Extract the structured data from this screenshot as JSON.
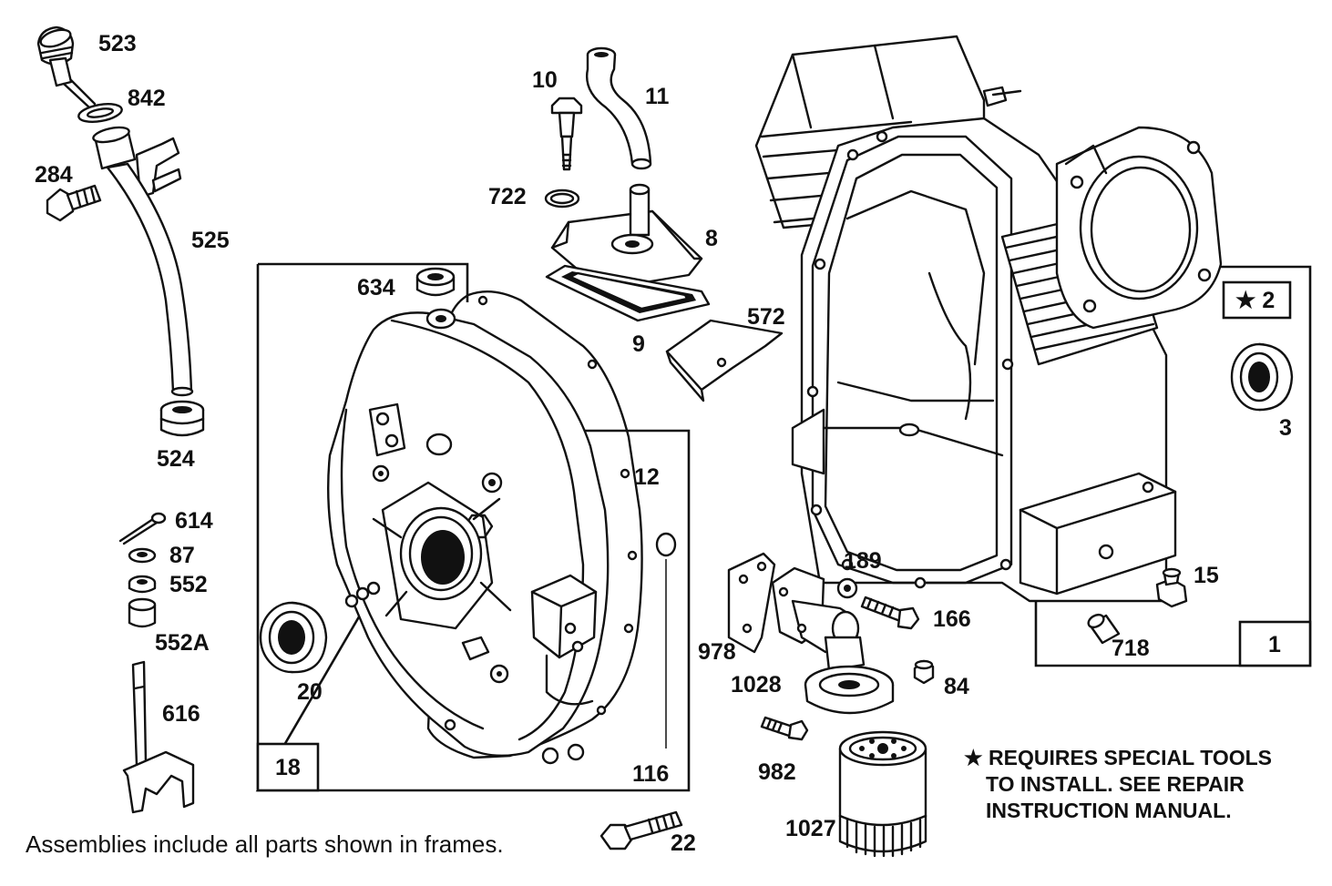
{
  "labels": {
    "p523": "523",
    "p842": "842",
    "p284": "284",
    "p525": "525",
    "p524": "524",
    "p614": "614",
    "p87": "87",
    "p552": "552",
    "p552a": "552A",
    "p616": "616",
    "p10": "10",
    "p11": "11",
    "p722": "722",
    "p8": "8",
    "p9": "9",
    "p572": "572",
    "p634": "634",
    "p12": "12",
    "p20": "20",
    "p116": "116",
    "p18": "18",
    "p22": "22",
    "p978": "978",
    "p189": "189",
    "p166": "166",
    "p1028": "1028",
    "p84": "84",
    "p982": "982",
    "p1027": "1027",
    "p2": "★ 2",
    "p3": "3",
    "p15": "15",
    "p718": "718",
    "p1": "1"
  },
  "note": {
    "line1": "★ REQUIRES SPECIAL TOOLS",
    "line2": "TO INSTALL.  SEE REPAIR",
    "line3": "INSTRUCTION MANUAL."
  },
  "caption": "Assemblies include all parts shown in frames."
}
